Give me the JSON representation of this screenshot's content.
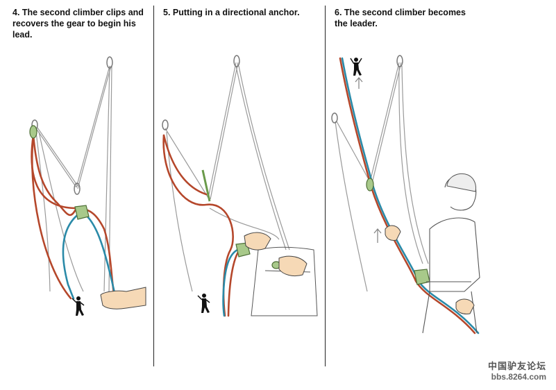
{
  "panels": [
    {
      "caption_line1": "4. The second climber clips and",
      "caption_line2": "recovers the gear to begin his lead."
    },
    {
      "caption_line1": "5. Putting in a directional anchor.",
      "caption_line2": ""
    },
    {
      "caption_line1": "6. The second climber becomes",
      "caption_line2": "the leader."
    }
  ],
  "watermark": {
    "line1": "中国驴友论坛",
    "line2": "bbs.8264.com"
  },
  "colors": {
    "red_rope": "#b5472b",
    "blue_rope": "#2a8aa8",
    "gear_green": "#7aa35a",
    "sling": "#999999"
  }
}
